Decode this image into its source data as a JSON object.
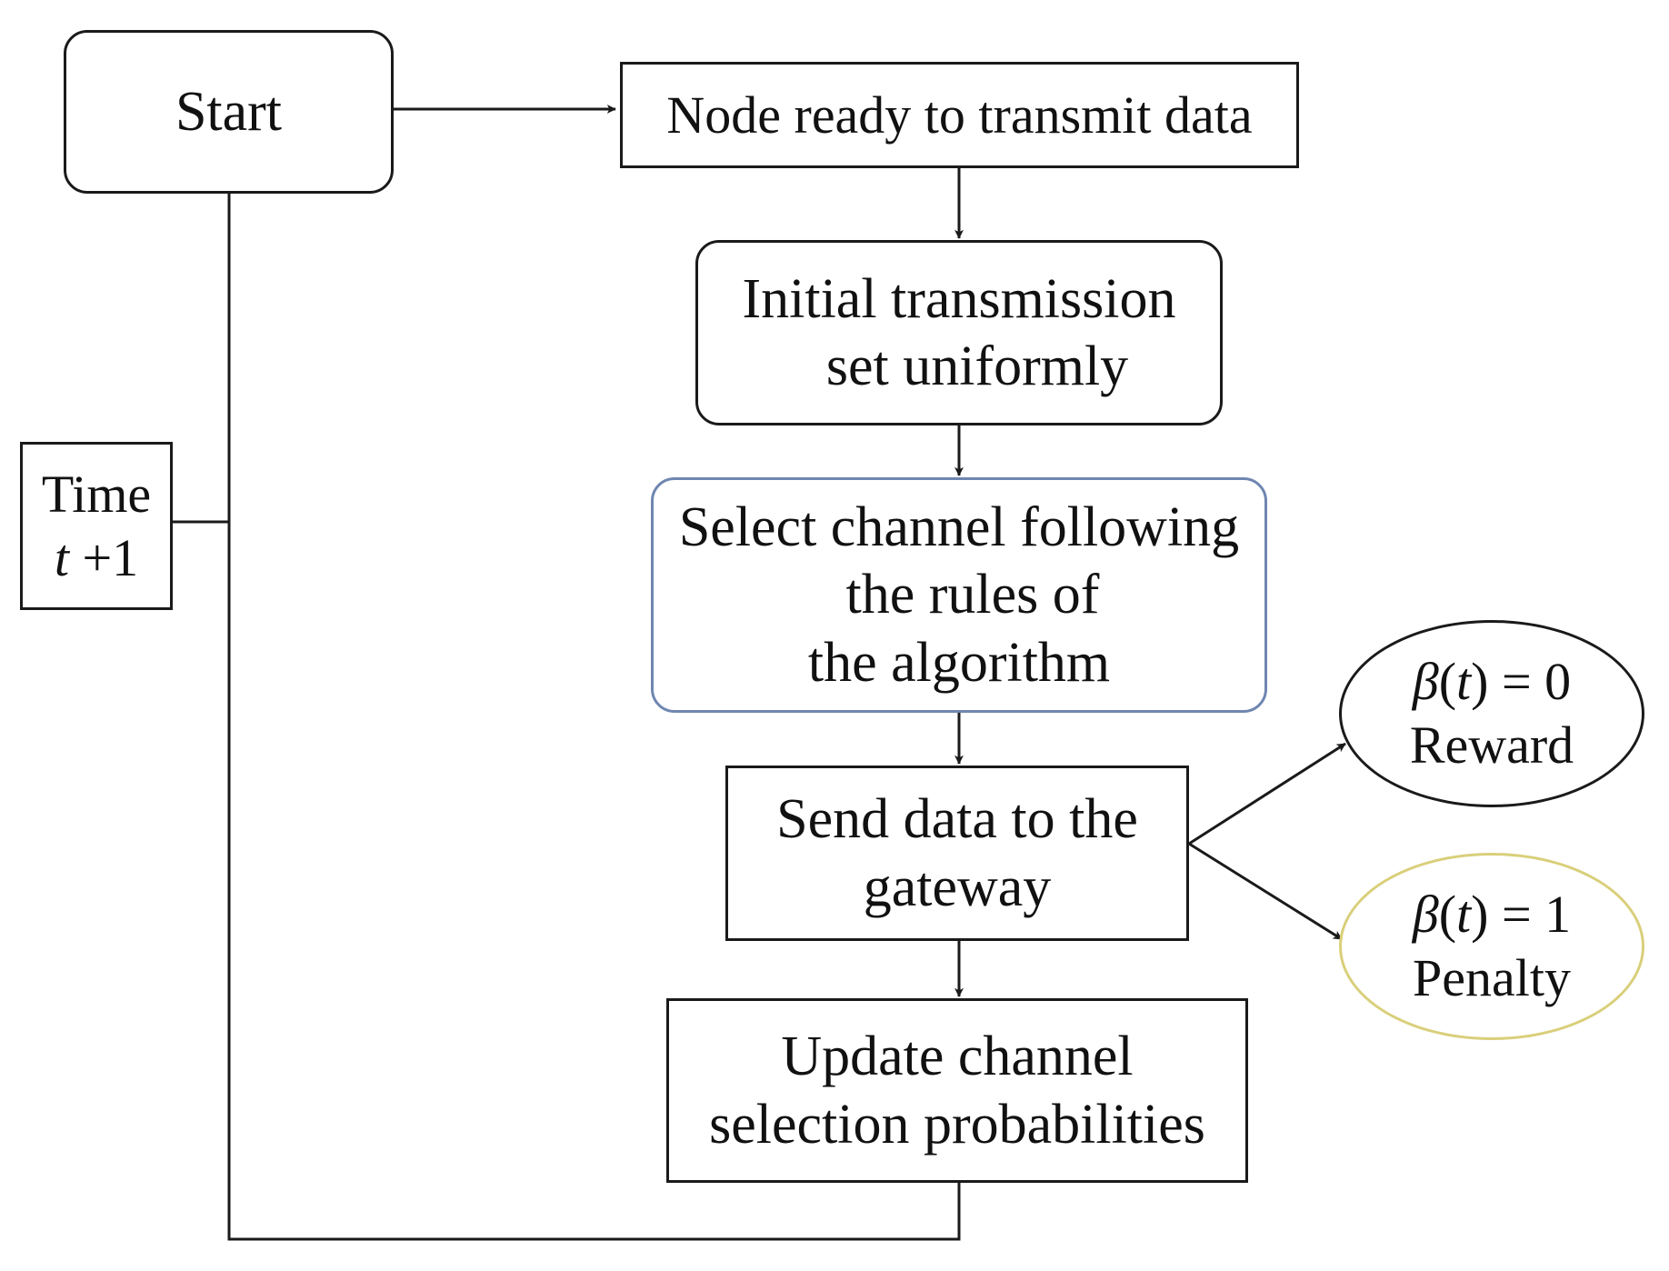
{
  "nodes": {
    "start": {
      "label": "Start"
    },
    "node_ready": {
      "label": "Node ready to transmit data"
    },
    "initial": {
      "lines": [
        "Initial transmission",
        "set uniformly"
      ]
    },
    "select": {
      "lines": [
        "Select channel following",
        "the rules of",
        "the algorithm"
      ]
    },
    "send": {
      "lines": [
        "Send data to the",
        "gateway"
      ]
    },
    "update": {
      "lines": [
        "Update channel",
        "selection probabilities"
      ]
    },
    "time": {
      "line1": "Time",
      "var": "t",
      "rest": " +1"
    },
    "reward": {
      "symbol": "β",
      "var": "t",
      "eq": " = 0",
      "label": "Reward"
    },
    "penalty": {
      "symbol": "β",
      "var": "t",
      "eq": " = 1",
      "label": "Penalty"
    }
  },
  "colors": {
    "stroke": "#1a1a1a",
    "select_border": "#6f86b0",
    "penalty_border": "#d9cf7a"
  }
}
